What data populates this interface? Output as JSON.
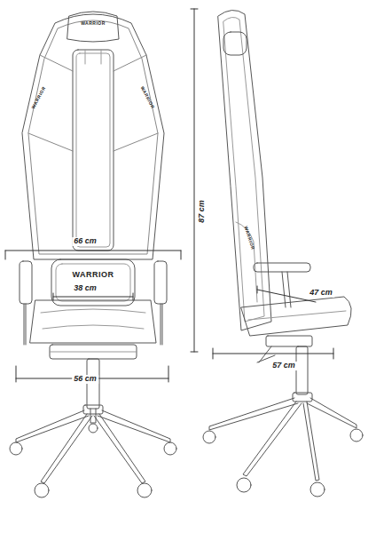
{
  "diagram": {
    "labels": [
      "WARRIOR",
      "WARRIOR",
      "WARRIOR",
      "WARRIOR",
      "66 cm",
      "38 cm",
      "56 cm",
      "87 cm",
      "WARRIOR",
      "47 cm",
      "57 cm"
    ]
  }
}
